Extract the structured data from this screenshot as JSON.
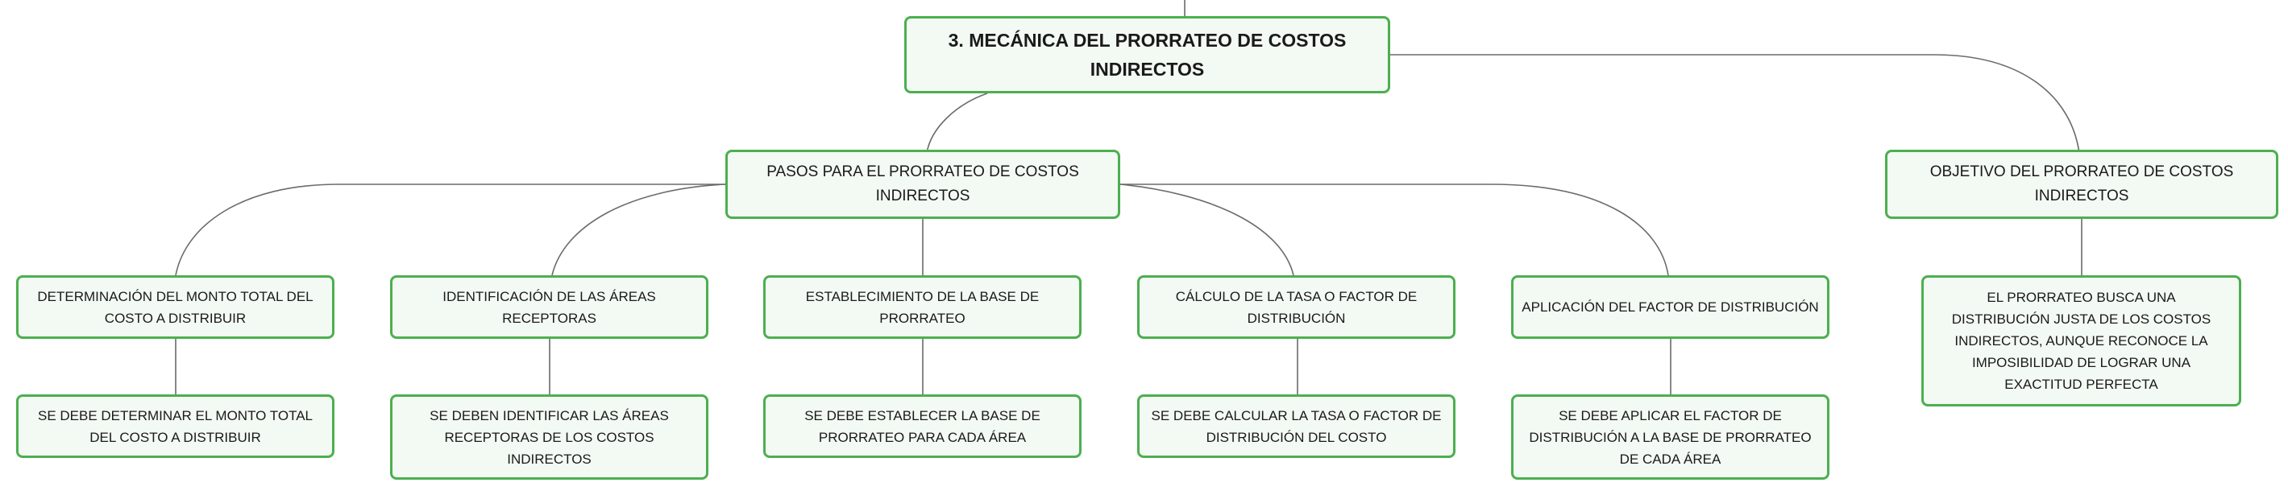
{
  "diagram": {
    "root": {
      "label": "3. MECÁNICA DEL PRORRATEO DE COSTOS INDIRECTOS"
    },
    "pasos": {
      "label": "PASOS PARA EL PRORRATEO DE COSTOS INDIRECTOS",
      "steps": [
        {
          "label": "DETERMINACIÓN DEL MONTO TOTAL DEL COSTO A DISTRIBUIR",
          "detail": "SE DEBE DETERMINAR EL MONTO TOTAL DEL COSTO A DISTRIBUIR"
        },
        {
          "label": "IDENTIFICACIÓN DE LAS ÁREAS RECEPTORAS",
          "detail": "SE DEBEN IDENTIFICAR LAS ÁREAS RECEPTORAS DE LOS COSTOS INDIRECTOS"
        },
        {
          "label": "ESTABLECIMIENTO DE LA BASE DE PRORRATEO",
          "detail": "SE DEBE ESTABLECER LA BASE DE PRORRATEO PARA CADA ÁREA"
        },
        {
          "label": "CÁLCULO DE LA TASA O FACTOR DE DISTRIBUCIÓN",
          "detail": "SE DEBE CALCULAR LA TASA O FACTOR DE DISTRIBUCIÓN DEL COSTO"
        },
        {
          "label": "APLICACIÓN DEL FACTOR DE DISTRIBUCIÓN",
          "detail": "SE DEBE APLICAR EL FACTOR DE DISTRIBUCIÓN A LA BASE DE PRORRATEO DE CADA ÁREA"
        }
      ]
    },
    "objetivo": {
      "label": "OBJETIVO DEL PRORRATEO DE COSTOS INDIRECTOS",
      "detail": "EL PRORRATEO BUSCA UNA DISTRIBUCIÓN JUSTA DE LOS COSTOS INDIRECTOS, AUNQUE RECONOCE LA IMPOSIBILIDAD DE LOGRAR UNA EXACTITUD PERFECTA"
    }
  }
}
